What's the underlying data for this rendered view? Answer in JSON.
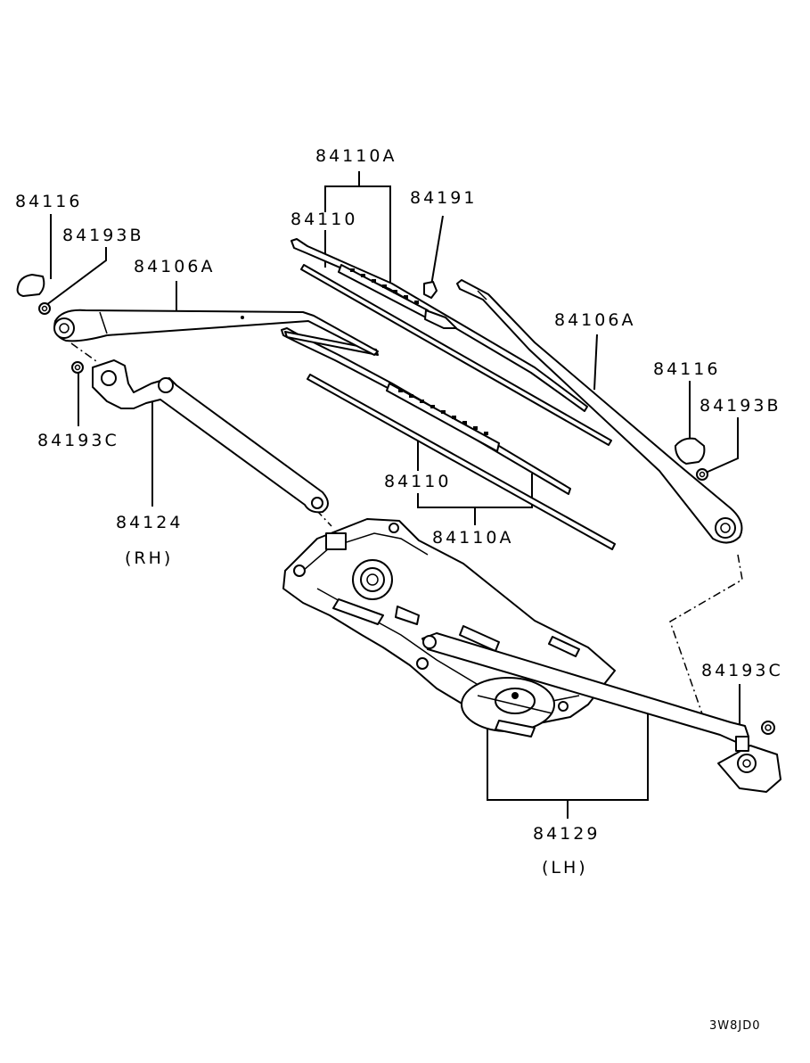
{
  "diagram": {
    "labels": {
      "l84110A_top": "84110A",
      "l84116_left": "84116",
      "l84191": "84191",
      "l84110_top": "84110",
      "l84193B_left": "84193B",
      "l84106A_left": "84106A",
      "l84106A_right": "84106A",
      "l84116_right": "84116",
      "l84193B_right": "84193B",
      "l84193C_left": "84193C",
      "l84110_mid": "84110",
      "l84124": "84124",
      "l84110A_mid": "84110A",
      "rh": "(RH)",
      "l84193C_right": "84193C",
      "l84129": "84129",
      "lh": "(LH)"
    },
    "figure_code": "3W8JD0"
  }
}
